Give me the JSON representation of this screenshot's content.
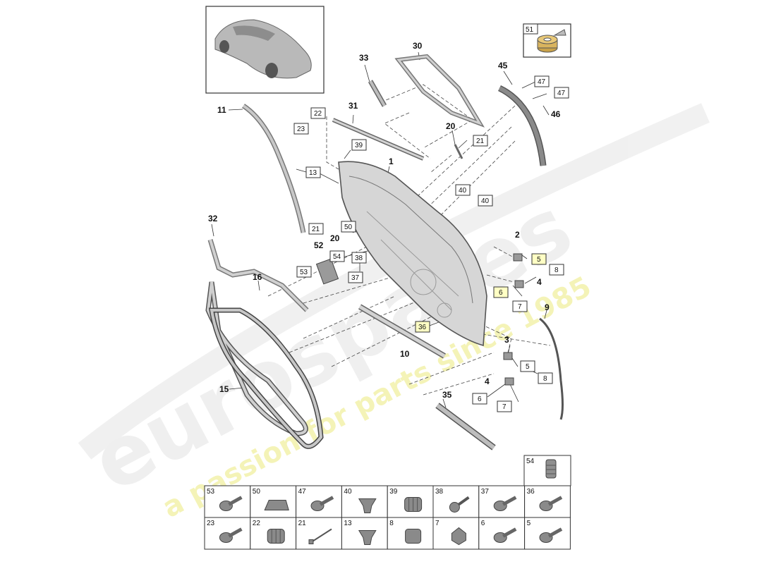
{
  "watermark": {
    "brand": "eurospares",
    "tagline": "a passion for parts since 1985"
  },
  "thumbnail": {
    "icon": "car-thumbnail-icon"
  },
  "callouts": [
    {
      "id": "c11",
      "text": "11"
    },
    {
      "id": "c31",
      "text": "31"
    },
    {
      "id": "c33",
      "text": "33"
    },
    {
      "id": "c30",
      "text": "30"
    },
    {
      "id": "c45",
      "text": "45"
    },
    {
      "id": "c46",
      "text": "46"
    },
    {
      "id": "c20a",
      "text": "20"
    },
    {
      "id": "c1",
      "text": "1"
    },
    {
      "id": "c32",
      "text": "32"
    },
    {
      "id": "c20b",
      "text": "20"
    },
    {
      "id": "c52",
      "text": "52"
    },
    {
      "id": "c16",
      "text": "16"
    },
    {
      "id": "c2",
      "text": "2"
    },
    {
      "id": "c4a",
      "text": "4"
    },
    {
      "id": "c9",
      "text": "9"
    },
    {
      "id": "c3",
      "text": "3"
    },
    {
      "id": "c10",
      "text": "10"
    },
    {
      "id": "c15",
      "text": "15"
    },
    {
      "id": "c4b",
      "text": "4"
    },
    {
      "id": "c35",
      "text": "35"
    }
  ],
  "boxed_refs": [
    {
      "id": "b51",
      "text": "51"
    },
    {
      "id": "b22",
      "text": "22"
    },
    {
      "id": "b23",
      "text": "23"
    },
    {
      "id": "b47a",
      "text": "47"
    },
    {
      "id": "b47b",
      "text": "47"
    },
    {
      "id": "b39",
      "text": "39"
    },
    {
      "id": "b21a",
      "text": "21"
    },
    {
      "id": "b13",
      "text": "13"
    },
    {
      "id": "b40a",
      "text": "40"
    },
    {
      "id": "b40b",
      "text": "40"
    },
    {
      "id": "b21b",
      "text": "21"
    },
    {
      "id": "b50",
      "text": "50"
    },
    {
      "id": "b54",
      "text": "54"
    },
    {
      "id": "b38",
      "text": "38"
    },
    {
      "id": "b53",
      "text": "53"
    },
    {
      "id": "b37",
      "text": "37"
    },
    {
      "id": "b5a",
      "text": "5"
    },
    {
      "id": "b8a",
      "text": "8"
    },
    {
      "id": "b6a",
      "text": "6"
    },
    {
      "id": "b7a",
      "text": "7"
    },
    {
      "id": "b36",
      "text": "36"
    },
    {
      "id": "b5b",
      "text": "5"
    },
    {
      "id": "b8b",
      "text": "8"
    },
    {
      "id": "b6b",
      "text": "6"
    },
    {
      "id": "b7b",
      "text": "7"
    }
  ],
  "parts_table": {
    "top_cell": {
      "label": "54",
      "icon": "screw-grommet-icon"
    },
    "row1": [
      {
        "label": "53",
        "icon": "screw-icon"
      },
      {
        "label": "50",
        "icon": "pad-icon"
      },
      {
        "label": "47",
        "icon": "screw-icon"
      },
      {
        "label": "40",
        "icon": "clip-icon"
      },
      {
        "label": "39",
        "icon": "plug-icon"
      },
      {
        "label": "38",
        "icon": "ball-stud-icon"
      },
      {
        "label": "37",
        "icon": "expanding-rivet-icon"
      },
      {
        "label": "36",
        "icon": "screw-icon"
      }
    ],
    "row2": [
      {
        "label": "23",
        "icon": "screw-icon"
      },
      {
        "label": "22",
        "icon": "plug-icon"
      },
      {
        "label": "21",
        "icon": "cable-tie-icon"
      },
      {
        "label": "13",
        "icon": "clip-icon"
      },
      {
        "label": "8",
        "icon": "cap-icon"
      },
      {
        "label": "7",
        "icon": "nut-icon"
      },
      {
        "label": "6",
        "icon": "bolt-icon"
      },
      {
        "label": "5",
        "icon": "screw-icon"
      }
    ]
  }
}
